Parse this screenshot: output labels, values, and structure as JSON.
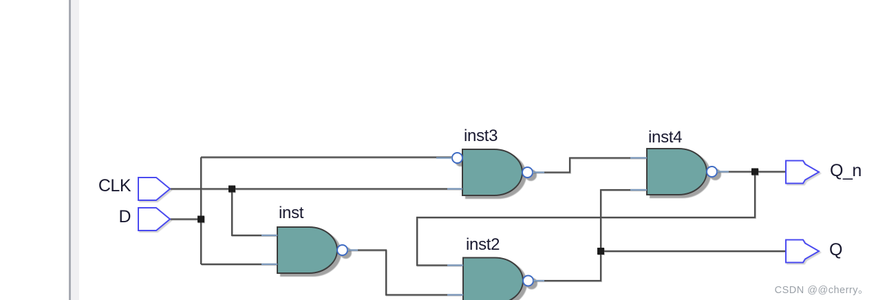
{
  "diagram": {
    "type": "logic-schematic",
    "description": "Gated D latch built from four 2-input NAND gates",
    "input_ports": [
      {
        "name": "CLK"
      },
      {
        "name": "D"
      }
    ],
    "output_ports": [
      {
        "name": "Q_n"
      },
      {
        "name": "Q"
      }
    ],
    "gates": [
      {
        "label": "inst",
        "type": "NAND2"
      },
      {
        "label": "inst2",
        "type": "NAND2"
      },
      {
        "label": "inst3",
        "type": "NAND2 with inverted top input"
      },
      {
        "label": "inst4",
        "type": "NAND2"
      }
    ],
    "nets": [
      "CLK -> inst.top_in, inst3.bottom_in",
      "D -> inst.bottom_in, inst3.top_in (inverted)",
      "inst.out -> inst2.bottom_in",
      "inst3.out -> inst4.top_in",
      "inst4.out -> Q_n, inst2.top_in (feedback)",
      "inst2.out -> inst4.bottom_in, Q"
    ]
  },
  "watermark": {
    "text": "CSDN @@cherry。"
  },
  "colors": {
    "canvas-bg": "#ffffff",
    "divider-line": "#a7aab2",
    "divider-band": "#f0f0f2",
    "gate-fill": "#6fa5a3",
    "gate-outline": "#3c3c3c",
    "wire": "#4d4d4d",
    "junction": "#1c1c1c",
    "port-blue": "#4a4af0",
    "bubble-blue": "#3f6cc4",
    "stub-blue": "#7e9cc0",
    "label": "#191930",
    "watermark": "#9ba1a8"
  }
}
